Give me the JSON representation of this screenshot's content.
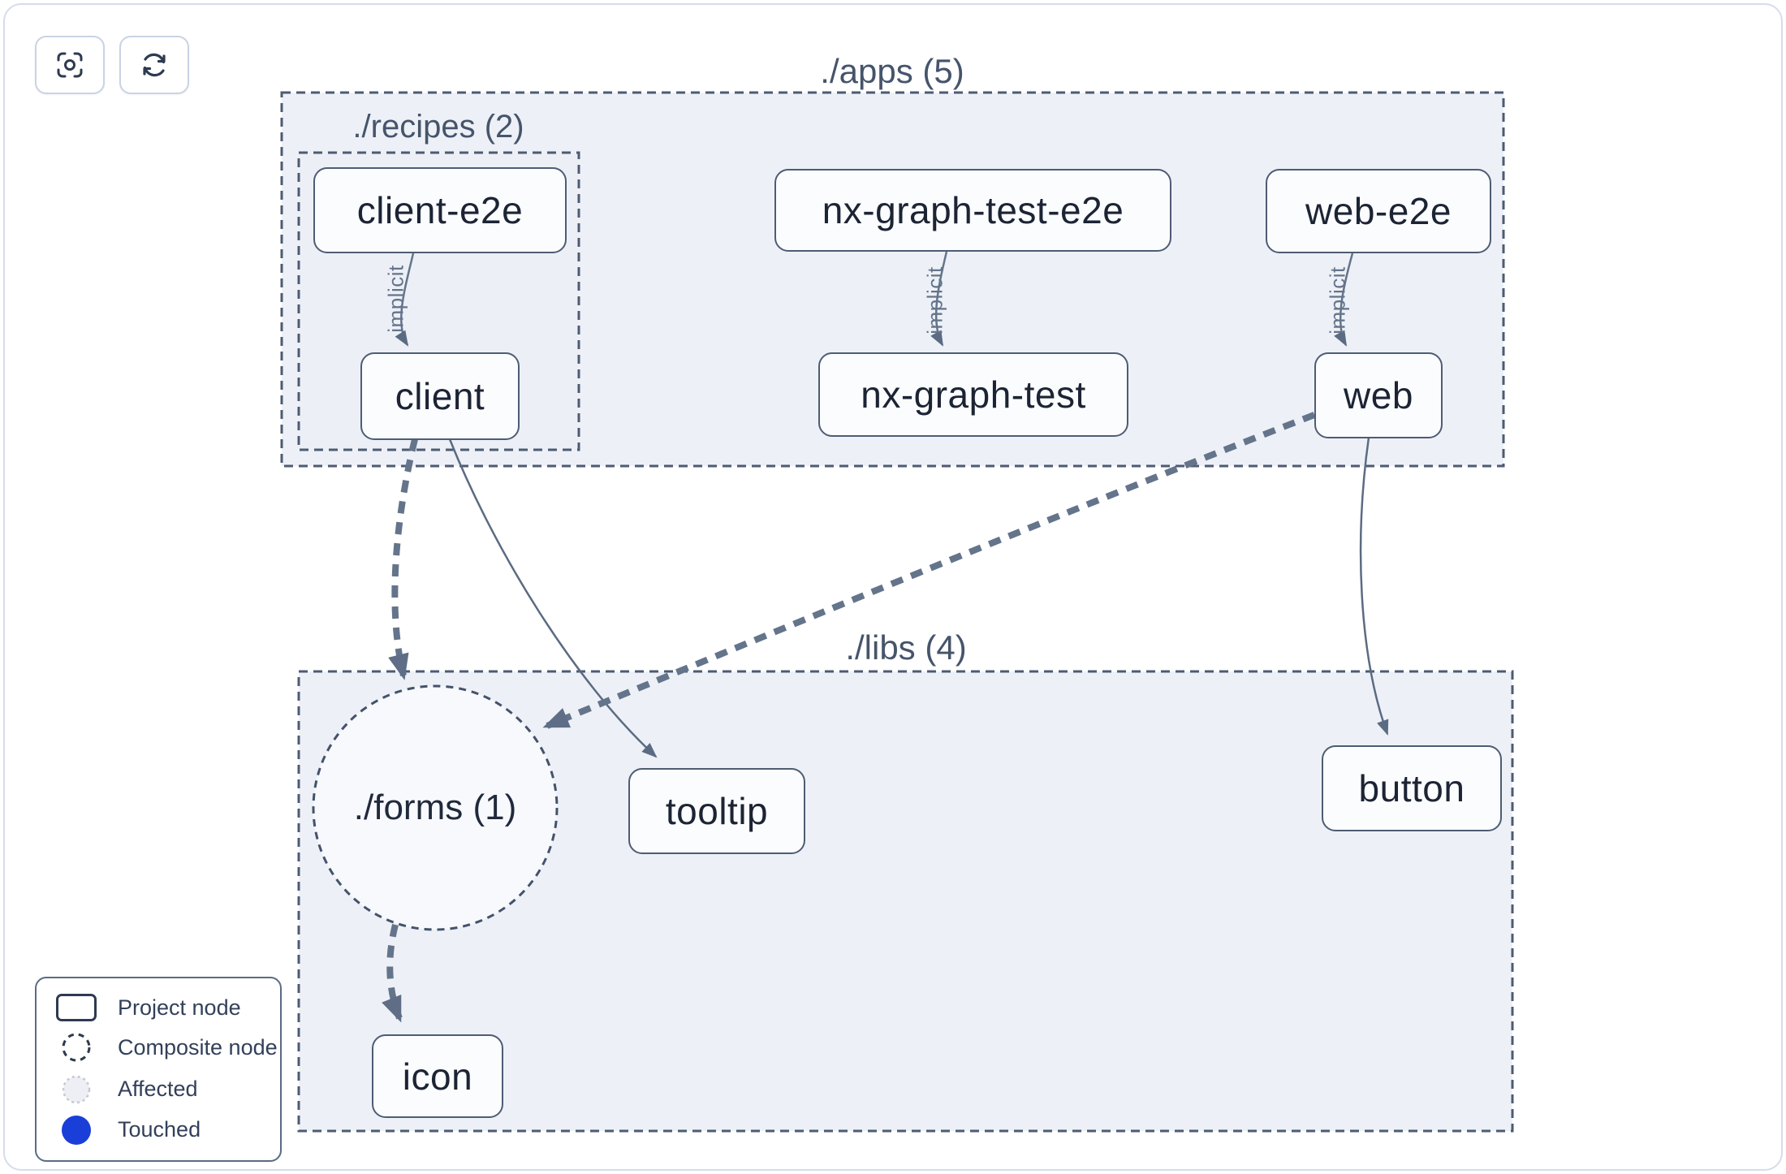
{
  "toolbar": {
    "buttons": [
      {
        "name": "focus-button",
        "icon": "focus-crosshair-icon"
      },
      {
        "name": "refresh-button",
        "icon": "refresh-icon"
      }
    ]
  },
  "graph": {
    "groups": {
      "apps": {
        "label": "./apps (5)"
      },
      "recipes": {
        "label": "./recipes (2)"
      },
      "libs": {
        "label": "./libs (4)"
      },
      "forms": {
        "label": "./forms (1)"
      }
    },
    "nodes": {
      "client_e2e": {
        "label": "client-e2e"
      },
      "nx_graph_test_e2e": {
        "label": "nx-graph-test-e2e"
      },
      "web_e2e": {
        "label": "web-e2e"
      },
      "client": {
        "label": "client"
      },
      "nx_graph_test": {
        "label": "nx-graph-test"
      },
      "web": {
        "label": "web"
      },
      "tooltip": {
        "label": "tooltip"
      },
      "button": {
        "label": "button"
      },
      "icon": {
        "label": "icon"
      }
    },
    "edges": [
      {
        "from": "client-e2e",
        "to": "client",
        "label": "implicit",
        "style": "solid-thin"
      },
      {
        "from": "nx-graph-test-e2e",
        "to": "nx-graph-test",
        "label": "implicit",
        "style": "solid-thin"
      },
      {
        "from": "web-e2e",
        "to": "web",
        "label": "implicit",
        "style": "solid-thin"
      },
      {
        "from": "client",
        "to": "./forms (1)",
        "label": "",
        "style": "dashed-thick"
      },
      {
        "from": "client",
        "to": "tooltip",
        "label": "",
        "style": "solid-thin"
      },
      {
        "from": "web",
        "to": "./forms (1)",
        "label": "",
        "style": "dashed-thick"
      },
      {
        "from": "web",
        "to": "button",
        "label": "",
        "style": "solid-thin"
      },
      {
        "from": "./forms (1)",
        "to": "icon",
        "label": "",
        "style": "dashed-thick"
      }
    ]
  },
  "legend": {
    "items": [
      {
        "label": "Project node",
        "swatch": "project-node-swatch"
      },
      {
        "label": "Composite node",
        "swatch": "composite-node-swatch"
      },
      {
        "label": "Affected",
        "swatch": "affected-swatch"
      },
      {
        "label": "Touched",
        "swatch": "touched-swatch"
      }
    ]
  },
  "colors": {
    "touched_blue": "#1a3fd8",
    "group_fill": "#edf1f7",
    "circle_fill": "#f7f9fc",
    "node_fill": "#fbfcfe",
    "node_border": "#4e5c74",
    "node_text": "#1c2434",
    "group_border": "#4d5b73",
    "edge": "#64748b",
    "page_border": "#d6dcec"
  }
}
